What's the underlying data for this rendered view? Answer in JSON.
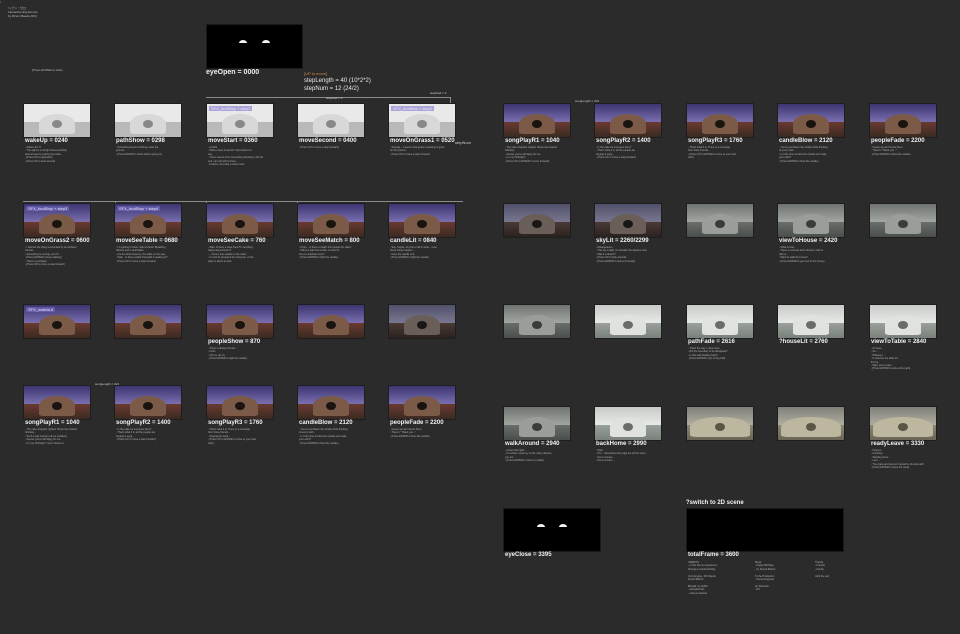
{
  "header": {
    "lines": [
      "ヘブン・ゼロ",
      "Interactive Experience",
      "by Rinon Maeda (RC)"
    ]
  },
  "left_note": "[Press ENTER to start]",
  "eye_open": {
    "title": "eyeOpen = 0000",
    "sub": "/"
  },
  "step_info": {
    "up_note": "[UP to move]",
    "step_length": "stepLength = 40 (10*2*2)",
    "step_num": "stepNum = 12 (24/2)"
  },
  "rows": {
    "row1": [
      {
        "title": "wakeUp = 0240",
        "style": "white",
        "label": "",
        "notes": [
          "- Where am I?",
          "- The sight is so bright that everything",
          "  around seems melting into white.",
          "- [Press UP to approach]",
          "- [Press UP to look around]"
        ]
      },
      {
        "title": "pathShow = 0298",
        "style": "white",
        "label": "",
        "notes": [
          "- Something beyond shining under the",
          "  ground...",
          "- [Press ENTER to show what's going on]"
        ]
      },
      {
        "title": "moveStart = 0360",
        "style": "white",
        "label": "SFX_footStep + step1",
        "notes": [
          "- A path!",
          "- Where does it lead to? Just follow it to",
          "  see.",
          "- There seems to be something standing in the far",
          "  end, can not tell by these...",
          "- Curious, let's take a closer look."
        ]
      },
      {
        "title": "moveSecond = 0400",
        "style": "white",
        "label": "",
        "notes": [
          "- [Press UP to move a step forward]"
        ]
      },
      {
        "title": "moveOnGrass1 = 0520",
        "style": "white",
        "label": "SFX_footStep + step2",
        "notes": [
          "- Strange... it seems that grass is starting to grow",
          "  on the ground.",
          "- [Press UP to move a step forward]"
        ]
      }
    ],
    "row2": [
      {
        "title": "moveOnGrass2 = 0600",
        "style": "purple",
        "label": "SFX_footStep + step3",
        "notes": [
          "- I feel like the thing surrounded by an ambient",
          "  sounds...",
          "- Something is coming, isn't it?",
          "- [Press ENTER to keep walking]",
          "- There's a footstep",
          "- [Press UP to move a step forward]"
        ]
      },
      {
        "title": "moveSeeTable = 0680",
        "style": "purple",
        "label": "SFX_footStep + step4",
        "notes": [
          "- I'm getting it better, look at these! Breathing",
          "  flowers and a small table.",
          "- Are the birds close by, the table on the way.",
          "- Well... Is there a table that path is leading to?",
          "- [Press UP to move a step forward]"
        ]
      },
      {
        "title": "moveSeeCake = 760",
        "style": "purple",
        "label": "",
        "notes": [
          "- Wait, is there a cake there? Is anything",
          "  happening behind it?",
          "- ...there's one candle on the cake!",
          "- It must be prepared for someone, or the",
          "  party is about to start."
        ]
      },
      {
        "title": "moveSeeMatch = 800",
        "style": "purple",
        "label": "",
        "notes": [
          "- Hmm... is there a match box beside the cake?",
          "- Will you light the candle, so that it's",
          "  time to celebrate here?",
          "- [Press ENTER to light the candle]"
        ]
      },
      {
        "title": "candleLit = 0840",
        "style": "purple",
        "label": "",
        "notes": [
          "- Say, maybe, all you're still in what... even",
          "  these things happen...",
          "- Now, the candle is lit.",
          "- [Press ENTER to light the candle]"
        ]
      }
    ],
    "row3": [
      {
        "title": "",
        "style": "purple",
        "label": "SFX_matchLit",
        "notes": []
      },
      {
        "title": "",
        "style": "purple",
        "label": "",
        "notes": []
      },
      {
        "title": "peopleShow = 870",
        "style": "purple",
        "label": "",
        "notes": [
          "- There is always friends...",
          "- Hello",
          "- Oh my, oh my",
          "- [Press ENTER to light the candle]"
        ]
      },
      {
        "title": "",
        "style": "purple",
        "label": "",
        "notes": []
      },
      {
        "title": "",
        "style": "dim",
        "label": "",
        "notes": []
      }
    ],
    "row4": [
      {
        "title": "songPlayR1 = 1040",
        "style": "purple",
        "label": "",
        "notes": [
          "- The cake wrapped, lighted. Music has started",
          "  birthday...",
          "- Such a sad memory hit me suddenly.",
          "- Seems you're all happy for me.",
          "- Is it my birthday? I won't believe it."
        ]
      },
      {
        "title": "songPlayR2 = 1400",
        "style": "purple",
        "label": "",
        "notes": [
          "- Is the cake for everyone here?",
          "- That's what it is, all the people are",
          "  singing a song...",
          "- [Press UP to move a step forward]"
        ]
      },
      {
        "title": "songPlayR3 = 1760",
        "style": "purple",
        "label": "",
        "notes": [
          "- That's what it is. There is a message",
          "  from those friends...",
          "- Singing the word...",
          "- [Press UP to ENTER to move to your best",
          "  wish]"
        ]
      },
      {
        "title": "candleBlow = 2120",
        "style": "purple",
        "label": "",
        "notes": [
          "- You've just blown the candle while thinking",
          "  of every wish.",
          "- Is it the time to blow the candle and make",
          "  your wish?",
          "- [Press ENTER to blow the candle]"
        ]
      },
      {
        "title": "peopleFade = 2200",
        "style": "purple",
        "label": "",
        "notes": [
          "- Guess we don't know them.",
          "- There's \"Thank you...\"",
          "- [Press ENTER to blow the candle]"
        ]
      }
    ],
    "right1": [
      {
        "title": "songPlayR1 = 1040",
        "style": "purple",
        "label": "",
        "notes": [
          "- The cake wrapped, lighted. Music has started",
          "  birthday...",
          "- Seems you're all happy for me.",
          "- Is it my birthday?",
          "- [Press UP to ENTER to move forward]"
        ]
      },
      {
        "title": "songPlayR2 = 1400",
        "style": "purple",
        "label": "",
        "notes": [
          "- Is the cake for everyone here?",
          "- That's what it is, all the people are",
          "  singing a song...",
          "- [Press UP to move a step forward]"
        ]
      },
      {
        "title": "songPlayR3 = 1760",
        "style": "purple",
        "label": "",
        "notes": [
          "- That's what it is. There is a message",
          "  from those friends...",
          "- [Press UP to ENTER to move to your best",
          "  wish]"
        ]
      },
      {
        "title": "candleBlow = 2120",
        "style": "purple",
        "label": "",
        "notes": [
          "- You've just blown the candle while thinking",
          "  of every wish.",
          "- Is it the time to blow the candle and make",
          "  your wish?",
          "- [Press ENTER to blow the candle]"
        ]
      },
      {
        "title": "peopleFade = 2200",
        "style": "purple",
        "label": "",
        "notes": [
          "- Guess we don't know them.",
          "- There's \"Thank you...\"",
          "- [Press ENTER to blow the candle]"
        ]
      }
    ],
    "right2": [
      {
        "title": "",
        "style": "dim",
        "label": "",
        "notes": []
      },
      {
        "title": "skyLit = 2260/2299",
        "style": "dim",
        "label": "",
        "notes": [
          "- Disappeared...",
          "- The sky is light, it's actually the daytime now.",
          "- Was it a dream?",
          "- [Press UP to look around]",
          "- [Press ENTER to look at it clearly]"
        ]
      },
      {
        "title": "",
        "style": "grey",
        "label": "",
        "notes": []
      },
      {
        "title": "viewToHouse = 2420",
        "style": "grey",
        "label": "",
        "notes": [
          "- What is that...",
          "- There is a house and nobody is with is",
          "  with is...",
          "- Want to walk the house?",
          "- [Press ENTER to get next to the house]"
        ]
      },
      {
        "title": "",
        "style": "grey",
        "label": "",
        "notes": []
      }
    ],
    "right3": [
      {
        "title": "",
        "style": "grey",
        "label": "",
        "notes": []
      },
      {
        "title": "",
        "style": "light",
        "label": "",
        "notes": []
      },
      {
        "title": "pathFade = 2616",
        "style": "light",
        "label": "",
        "notes": [
          "- That's the way I came here.",
          "- But the boundary of its disappear?",
          "- Is this path leading back?",
          "- [Press ENTER to go to the path]"
        ]
      },
      {
        "title": "?houseLit = 2760",
        "style": "light",
        "label": "",
        "notes": []
      },
      {
        "title": "viewToTable = 2840",
        "style": "light",
        "label": "",
        "notes": [
          "- A house...",
          "- So...",
          "- Whoever...",
          "- It could be the table it's",
          "  lit it by...",
          "- Wait, your center...",
          "- [Press ENTER to look at the path]"
        ]
      }
    ],
    "right4": [
      {
        "title": "walkAround = 2940",
        "style": "grey",
        "label": "",
        "notes": [
          "- Around the light...",
          "- It's whole, a journey to the many dreams,",
          "  you are",
          "- [Press ENTER to return to reality]"
        ]
      },
      {
        "title": "backHome = 2990",
        "style": "light",
        "label": "",
        "notes": [
          "- Well...",
          "- Hm... Sometimes the edge are all the same.",
          "- Not a scream...",
          "- Not a scream..."
        ]
      },
      {
        "title": "",
        "style": "pan",
        "label": "",
        "notes": []
      },
      {
        "title": "",
        "style": "pan",
        "label": "",
        "notes": []
      },
      {
        "title": "readyLeave = 3330",
        "style": "pan",
        "label": "",
        "notes": [
          "- Hold on...",
          "- Anything...",
          "- Standing here...",
          "- Let's...",
          "- The grass and scene is buried by the kids with",
          "- [Press ENTER to leave the area]"
        ]
      }
    ]
  },
  "row_tags": {
    "song_length_left": "songLength = 3x3",
    "song_length_right": "songLength = 3x3",
    "step_tag_1": "stepFwd = 3",
    "step_tag_2": "stepFwd = 3",
    "step_tag_3": "stepNum"
  },
  "eye_close": {
    "title": "eyeClose = 3395"
  },
  "switch_scene": {
    "heading": "?switch to 2D scene",
    "title": "totalFrame = 3600"
  },
  "credits": [
    [
      "CREDITS",
      "- in this Scene experience:",
      "  through a virtual birthday",
      "",
      "Unity Engine, 3D Objects",
      "Sound Effects",
      "",
      "Bluepill, by LEPIC",
      "- animated this",
      "- various shaders"
    ],
    [
      "Music",
      "- Happy Birthday",
      "  - by Sound Effects",
      "",
      "To the Production",
      "- Scene Engineer",
      "",
      "Art Direction",
      "- RC"
    ],
    [
      "Thanks",
      "- Friends",
      "- Family",
      "",
      "Until the end"
    ]
  ]
}
